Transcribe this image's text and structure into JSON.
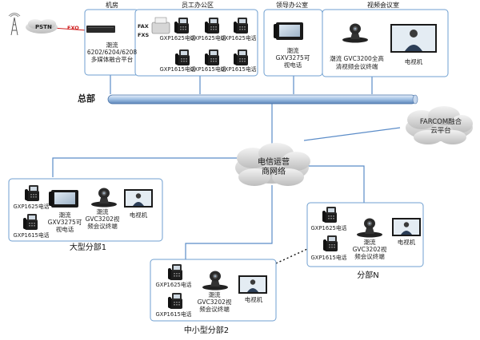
{
  "external": {
    "pstn": "PSTN",
    "fxo": "FXO",
    "fax": "FAX",
    "fxs": "FXS"
  },
  "hq": {
    "label": "总部",
    "rooms": {
      "server_room": "机房",
      "staff_office": "员工办公区",
      "leader_office": "领导办公室",
      "video_meeting_room": "视频会议室"
    },
    "server_device": [
      "潮流",
      "6202/6204/6208",
      "多媒体融合平台"
    ],
    "staff_phones": [
      "GXP1625电话",
      "GXP1625电话",
      "GXP1625电话",
      "GXP1615电话",
      "GXP1615电话",
      "GXP1615电话"
    ],
    "leader_phone": [
      "潮流",
      "GXV3275可",
      "视电话"
    ],
    "meeting_terminal": [
      "潮流 GVC3200全高",
      "清视频会议终端"
    ],
    "tv": "电视机"
  },
  "cloud_carrier": [
    "电信运营",
    "商网络"
  ],
  "cloud_farcom": [
    "FARCOM融合",
    "云平台"
  ],
  "branch1": {
    "label": "大型分部1",
    "phone_1625": "GXP1625电话",
    "phone_1615": "GXP1615电话",
    "video_phone": [
      "潮流",
      "GXV3275可",
      "视电话"
    ],
    "terminal": [
      "潮流",
      "GVC3202视",
      "频会议终端"
    ],
    "tv": "电视机"
  },
  "branch2": {
    "label": "中小型分部2",
    "phone_1625": "GXP1625电话",
    "phone_1615": "GXP1615电话",
    "terminal": [
      "潮流",
      "GVC3202视",
      "频会议终端"
    ],
    "tv": "电视机"
  },
  "branchN": {
    "label": "分部N",
    "phone_1625": "GXP1625电话",
    "phone_1615": "GXP1615电话",
    "terminal": [
      "潮流",
      "GVC3202视",
      "频会议终端"
    ],
    "tv": "电视机"
  },
  "colors": {
    "line": "#5b8cc8",
    "box_border": "#6f9fd0",
    "backbone": "#8fb0d8",
    "red_line": "#d02020",
    "cloud": "#d9d9d9"
  }
}
